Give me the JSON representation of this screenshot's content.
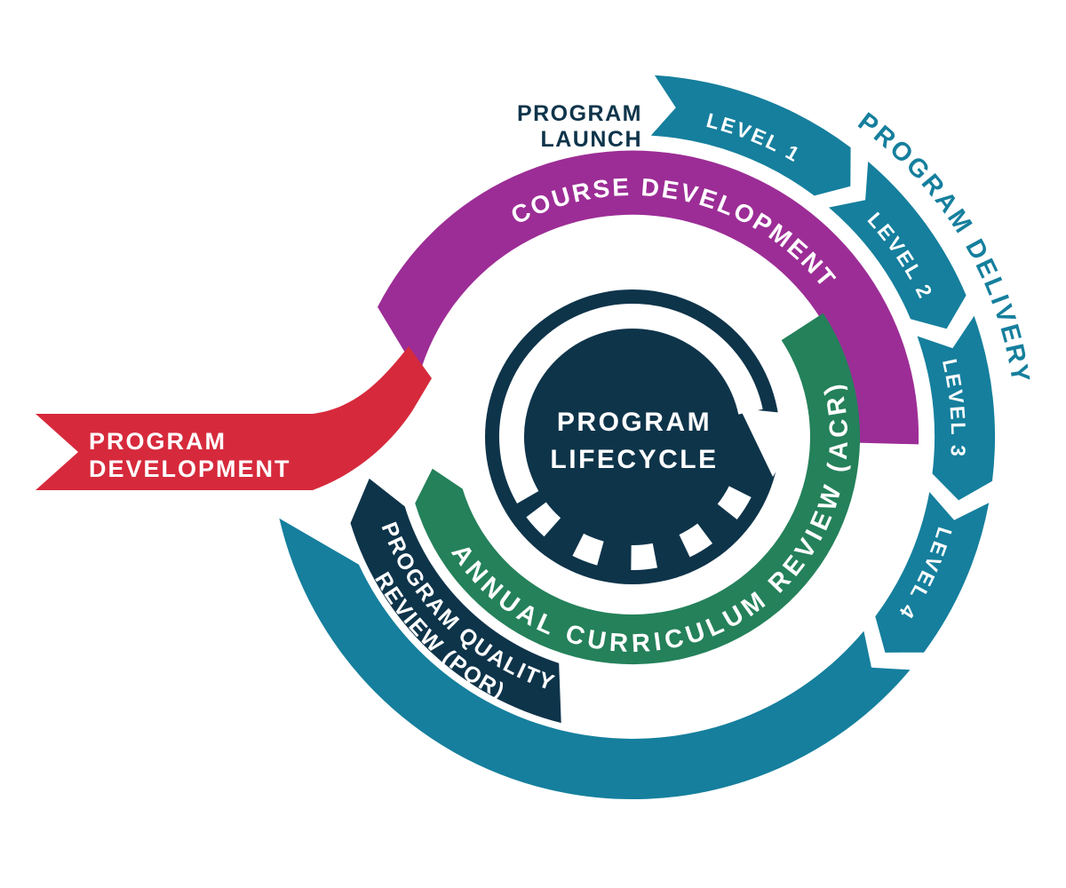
{
  "title": "Program Lifecycle",
  "colors": {
    "navy": "#0e344a",
    "teal": "#157f9d",
    "purple": "#9c2d96",
    "green": "#24815a",
    "red": "#d62a3c",
    "white": "#ffffff"
  },
  "center": {
    "line1": "PROGRAM",
    "line2": "LIFECYCLE"
  },
  "ribbon": {
    "line1": "PROGRAM",
    "line2": "DEVELOPMENT"
  },
  "launch": {
    "line1": "PROGRAM",
    "line2": "LAUNCH"
  },
  "stages": {
    "course_development": "COURSE DEVELOPMENT",
    "program_delivery": "PROGRAM DELIVERY",
    "acr": "ANNUAL CURRICULUM REVIEW (ACR)",
    "pqr_line1": "PROGRAM QUALITY",
    "pqr_line2": "REVIEW (PQR)",
    "levels": [
      "LEVEL 1",
      "LEVEL 2",
      "LEVEL 3",
      "LEVEL 4"
    ]
  }
}
